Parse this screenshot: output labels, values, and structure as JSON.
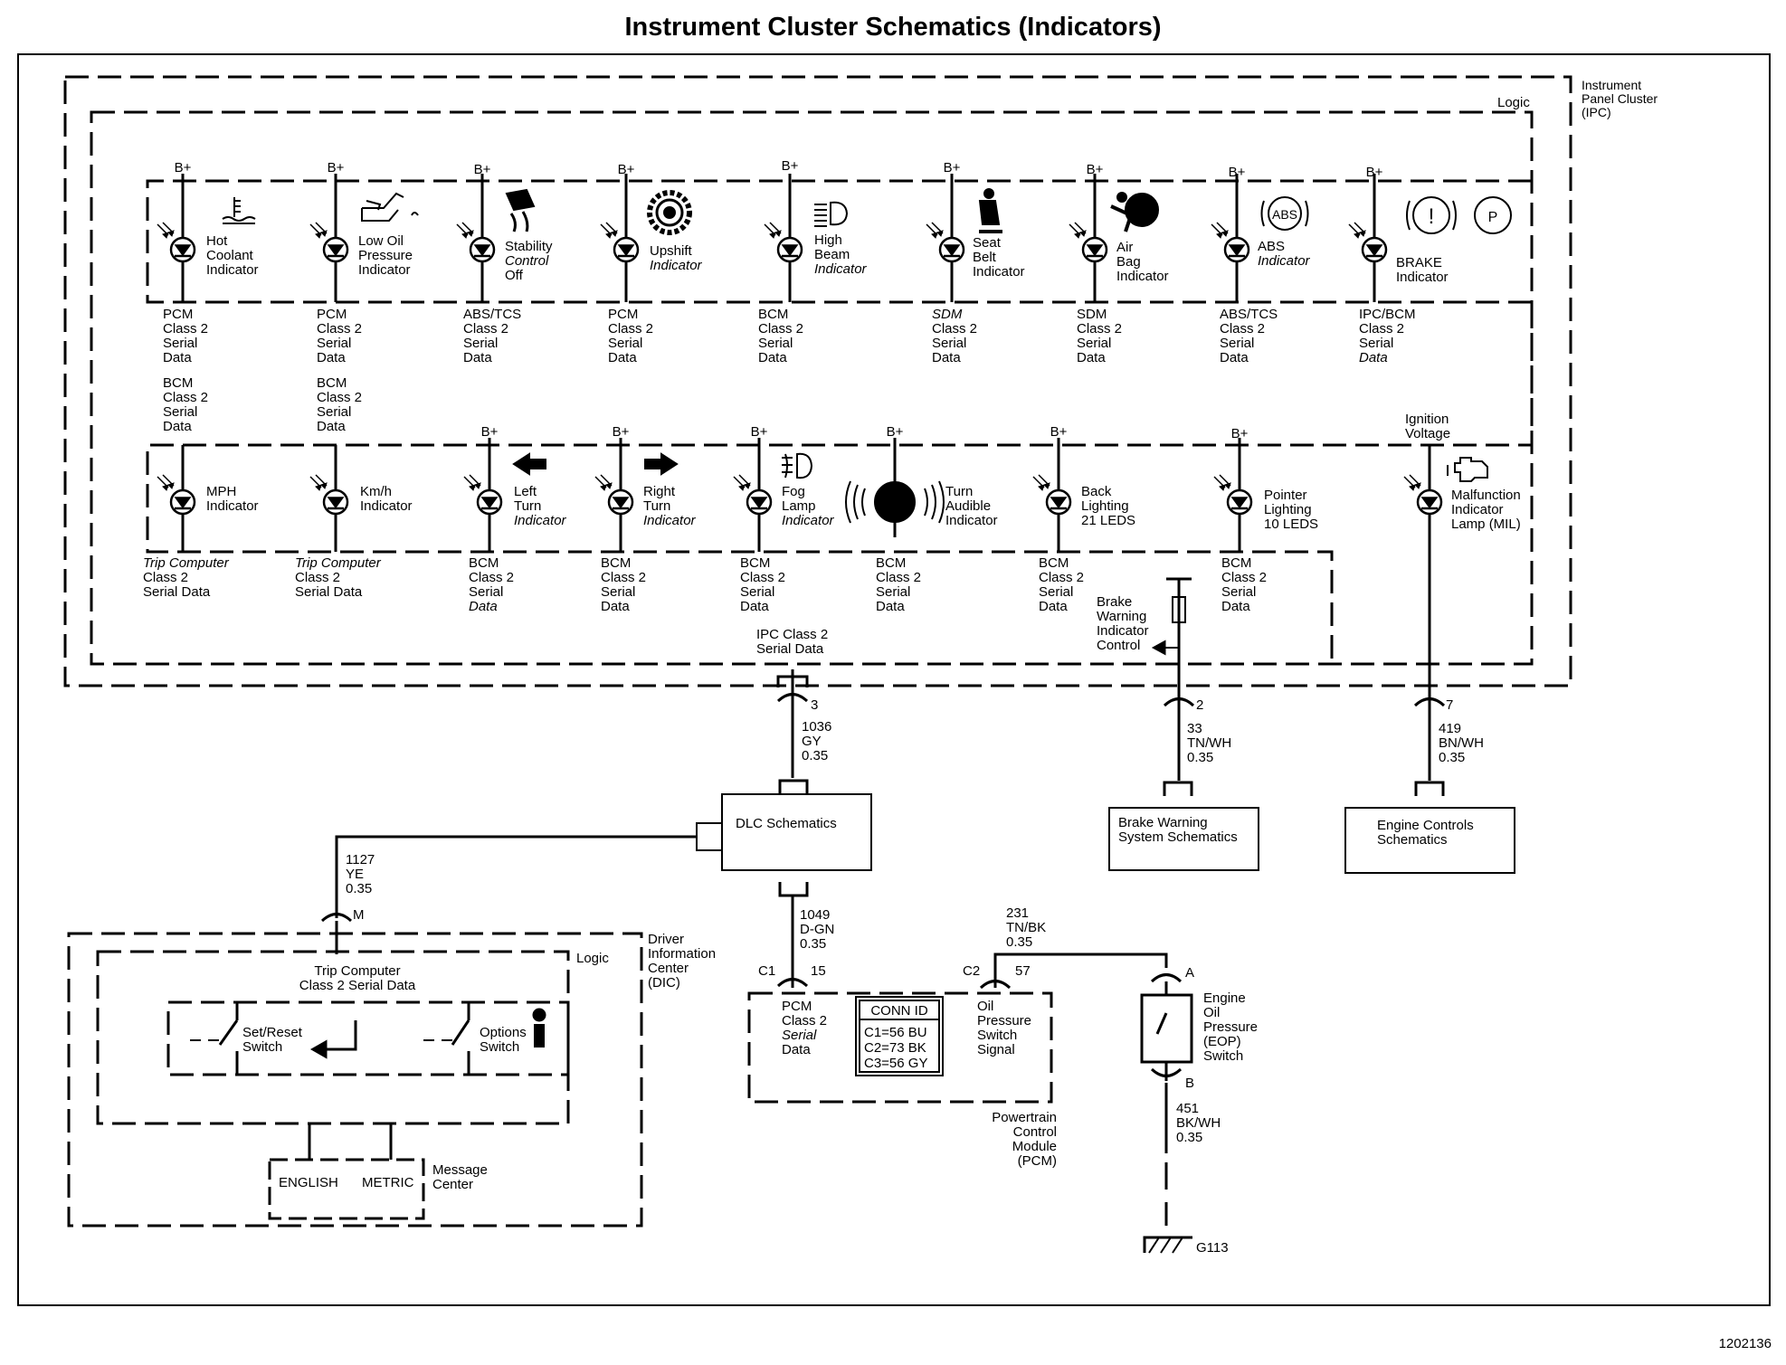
{
  "title": "Instrument Cluster Schematics (Indicators)",
  "doc_id": "1202136",
  "ipc": {
    "label": [
      "Instrument",
      "Panel Cluster",
      "(IPC)"
    ],
    "logic": "Logic",
    "supply": "B+",
    "ignition": [
      "Ignition",
      "Voltage"
    ],
    "indicators_row1": [
      {
        "name": [
          "Hot",
          "Coolant",
          "Indicator"
        ],
        "source": [
          "PCM",
          "Class 2",
          "Serial",
          "Data"
        ],
        "source2": [
          "BCM",
          "Class 2",
          "Serial",
          "Data"
        ],
        "icon": "coolant-temperature-icon"
      },
      {
        "name": [
          "Low Oil",
          "Pressure",
          "Indicator"
        ],
        "source": [
          "PCM",
          "Class 2",
          "Serial",
          "Data"
        ],
        "source2": [
          "BCM",
          "Class 2",
          "Serial",
          "Data"
        ],
        "icon": "oil-can-icon"
      },
      {
        "name": [
          "Stability",
          "Control",
          "Off"
        ],
        "source": [
          "ABS/TCS",
          "Class 2",
          "Serial",
          "Data"
        ],
        "icon": "skidding-car-icon"
      },
      {
        "name": [
          "Upshift",
          "Indicator"
        ],
        "source": [
          "PCM",
          "Class 2",
          "Serial",
          "Data"
        ],
        "icon": "gear-icon"
      },
      {
        "name": [
          "High",
          "Beam",
          "Indicator"
        ],
        "source": [
          "BCM",
          "Class 2",
          "Serial",
          "Data"
        ],
        "icon": "high-beam-icon"
      },
      {
        "name": [
          "Seat",
          "Belt",
          "Indicator"
        ],
        "source": [
          "SDM",
          "Class 2",
          "Serial",
          "Data"
        ],
        "icon": "seat-belt-icon"
      },
      {
        "name": [
          "Air",
          "Bag",
          "Indicator"
        ],
        "source": [
          "SDM",
          "Class 2",
          "Serial",
          "Data"
        ],
        "icon": "air-bag-icon"
      },
      {
        "name": [
          "ABS",
          "Indicator"
        ],
        "source": [
          "ABS/TCS",
          "Class 2",
          "Serial",
          "Data"
        ],
        "icon": "abs-icon",
        "icon_text": "ABS"
      },
      {
        "name": [
          "BRAKE",
          "Indicator"
        ],
        "source": [
          "IPC/BCM",
          "Class 2",
          "Serial",
          "Data"
        ],
        "icon": "brake-icon",
        "icon_text": [
          "!",
          "P"
        ]
      }
    ],
    "indicators_row2": [
      {
        "name": [
          "MPH",
          "Indicator"
        ],
        "source": [
          "Trip Computer",
          "Class 2",
          "Serial Data"
        ]
      },
      {
        "name": [
          "Km/h",
          "Indicator"
        ],
        "source": [
          "Trip Computer",
          "Class 2",
          "Serial Data"
        ]
      },
      {
        "name": [
          "Left",
          "Turn",
          "Indicator"
        ],
        "source": [
          "BCM",
          "Class 2",
          "Serial",
          "Data"
        ],
        "icon": "left-arrow-icon"
      },
      {
        "name": [
          "Right",
          "Turn",
          "Indicator"
        ],
        "source": [
          "BCM",
          "Class 2",
          "Serial",
          "Data"
        ],
        "icon": "right-arrow-icon"
      },
      {
        "name": [
          "Fog",
          "Lamp",
          "Indicator"
        ],
        "source": [
          "BCM",
          "Class 2",
          "Serial",
          "Data"
        ],
        "icon": "fog-lamp-icon"
      },
      {
        "name": [
          "Turn",
          "Audible",
          "Indicator"
        ],
        "source": [
          "BCM",
          "Class 2",
          "Serial",
          "Data"
        ],
        "icon": "speaker-icon"
      },
      {
        "name": [
          "Back",
          "Lighting",
          "21 LEDS"
        ],
        "source": [
          "BCM",
          "Class 2",
          "Serial",
          "Data"
        ]
      },
      {
        "name": [
          "Pointer",
          "Lighting",
          "10 LEDS"
        ],
        "source": [
          "BCM",
          "Class 2",
          "Serial",
          "Data"
        ]
      },
      {
        "name": [
          "Malfunction",
          "Indicator",
          "Lamp (MIL)"
        ],
        "icon": "engine-icon"
      }
    ],
    "brake_control": [
      "Brake",
      "Warning",
      "Indicator",
      "Control"
    ],
    "ipc_serial": [
      "IPC Class 2",
      "Serial Data"
    ]
  },
  "wires": {
    "w3": {
      "pin": "3",
      "circuit": [
        "1036",
        "GY",
        "0.35"
      ]
    },
    "w2": {
      "pin": "2",
      "circuit": [
        "33",
        "TN/WH",
        "0.35"
      ]
    },
    "w7": {
      "pin": "7",
      "circuit": [
        "419",
        "BN/WH",
        "0.35"
      ]
    },
    "wM": {
      "pin": "M",
      "circuit": [
        "1127",
        "YE",
        "0.35"
      ]
    },
    "w15": {
      "conn": "C1",
      "pin": "15",
      "circuit": [
        "1049",
        "D-GN",
        "0.35"
      ]
    },
    "w57": {
      "conn": "C2",
      "pin": "57",
      "circuit": [
        "231",
        "TN/BK",
        "0.35"
      ]
    },
    "wB": {
      "pin": "B",
      "circuit": [
        "451",
        "BK/WH",
        "0.35"
      ]
    },
    "wA": {
      "pin": "A"
    }
  },
  "refs": {
    "dlc": "DLC Schematics",
    "brake": [
      "Brake Warning",
      "System Schematics"
    ],
    "engine": [
      "Engine Controls",
      "Schematics"
    ]
  },
  "dic": {
    "label": [
      "Driver",
      "Information",
      "Center",
      "(DIC)"
    ],
    "logic": "Logic",
    "serial": [
      "Trip Computer",
      "Class 2 Serial Data"
    ],
    "set_reset": [
      "Set/Reset",
      "Switch"
    ],
    "options": [
      "Options",
      "Switch"
    ],
    "english": "ENGLISH",
    "metric": "METRIC",
    "message_center": [
      "Message",
      "Center"
    ]
  },
  "pcm": {
    "label": [
      "Powertrain",
      "Control",
      "Module",
      "(PCM)"
    ],
    "serial": [
      "PCM",
      "Class 2",
      "Serial",
      "Data"
    ],
    "conn_id_title": "CONN ID",
    "conn_id": [
      "C1=56 BU",
      "C2=73 BK",
      "C3=56 GY"
    ],
    "oil_signal": [
      "Oil",
      "Pressure",
      "Switch",
      "Signal"
    ]
  },
  "eop": {
    "label": [
      "Engine",
      "Oil",
      "Pressure",
      "(EOP)",
      "Switch"
    ]
  },
  "ground": "G113"
}
